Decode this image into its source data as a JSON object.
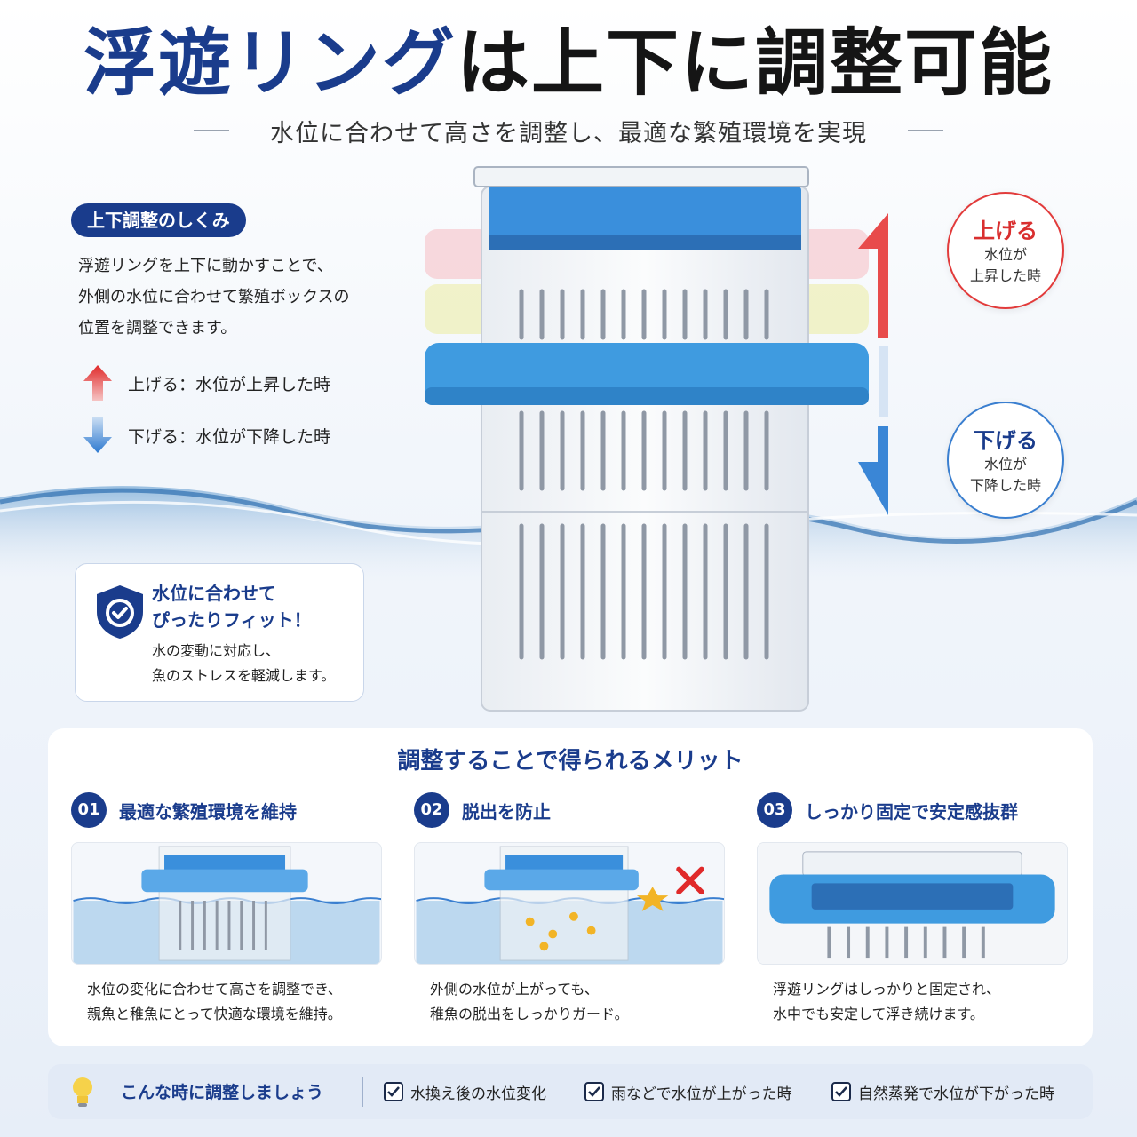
{
  "title": {
    "blue": "浮遊リング",
    "dark": "は上下に調整可能"
  },
  "subtitle": "水位に合わせて高さを調整し、最適な繁殖環境を実現",
  "mechanism": {
    "heading": "上下調整のしくみ",
    "lines": [
      "浮遊リングを上下に動かすことで、",
      "外側の水位に合わせて繁殖ボックスの",
      "位置を調整できます。"
    ],
    "up": "上げる：水位が上昇した時",
    "down": "下げる：水位が下降した時"
  },
  "badges": {
    "up": {
      "title": "上げる",
      "line1": "水位が",
      "line2": "上昇した時"
    },
    "down": {
      "title": "下げる",
      "line1": "水位が",
      "line2": "下降した時"
    }
  },
  "fit_card": {
    "title1": "水位に合わせて",
    "title2": "ぴったりフィット！",
    "desc1": "水の変動に対応し、",
    "desc2": "魚のストレスを軽減します。"
  },
  "merits": {
    "heading": "調整することで得られるメリット",
    "items": [
      {
        "num": "01",
        "title": "最適な繁殖環境を維持",
        "desc1": "水位の変化に合わせて高さを調整でき、",
        "desc2": "親魚と稚魚にとって快適な環境を維持。"
      },
      {
        "num": "02",
        "title": "脱出を防止",
        "desc1": "外側の水位が上がっても、",
        "desc2": "稚魚の脱出をしっかりガード。"
      },
      {
        "num": "03",
        "title": "しっかり固定で安定感抜群",
        "desc1": "浮遊リングはしっかりと固定され、",
        "desc2": "水中でも安定して浮き続けます。"
      }
    ]
  },
  "tips": {
    "label": "こんな時に調整しましょう",
    "items": [
      "水換え後の水位変化",
      "雨などで水位が上がった時",
      "自然蒸発で水位が下がった時"
    ]
  },
  "colors": {
    "navy": "#1a3c8c",
    "red": "#d92f2f",
    "foam_blue": "#3f9be0",
    "water": "#bcd8ef"
  }
}
